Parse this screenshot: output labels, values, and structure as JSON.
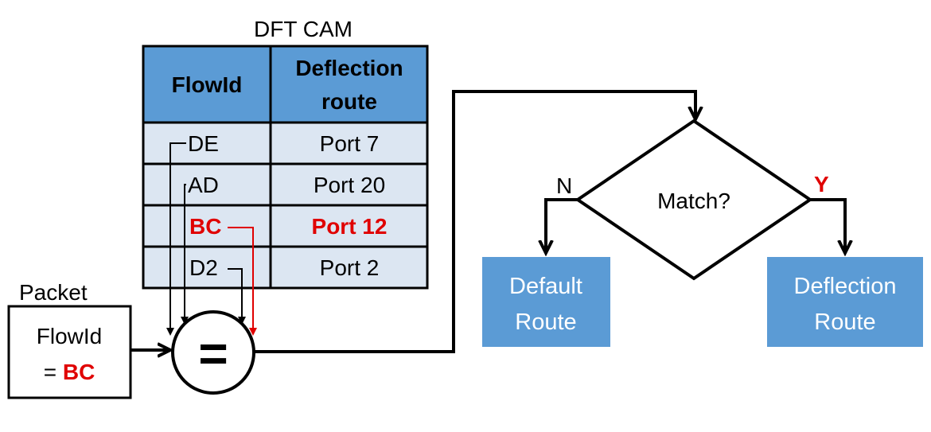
{
  "cam": {
    "title": "DFT CAM",
    "headers": [
      "FlowId",
      "Deflection route"
    ],
    "header_lines": [
      [
        "FlowId"
      ],
      [
        "Deflection",
        "route"
      ]
    ],
    "rows": [
      {
        "flow": "DE",
        "route": "Port 7",
        "highlight": false
      },
      {
        "flow": "AD",
        "route": "Port 20",
        "highlight": false
      },
      {
        "flow": "BC",
        "route": "Port 12",
        "highlight": true
      },
      {
        "flow": "D2",
        "route": "Port 2",
        "highlight": false
      }
    ]
  },
  "packet": {
    "title": "Packet",
    "field_label": "FlowId",
    "eq_prefix": "= ",
    "value": "BC"
  },
  "comparator": {
    "symbol": "="
  },
  "decision": {
    "label": "Match?",
    "no_label": "N",
    "yes_label": "Y"
  },
  "outcomes": {
    "default_route": [
      "Default",
      "Route"
    ],
    "deflection_route": [
      "Deflection",
      "Route"
    ]
  },
  "colors": {
    "header_fill": "#5b9bd5",
    "row_fill": "#dce6f2",
    "outcome_fill": "#5b9bd5",
    "highlight": "#e00000",
    "stroke": "#000000"
  }
}
